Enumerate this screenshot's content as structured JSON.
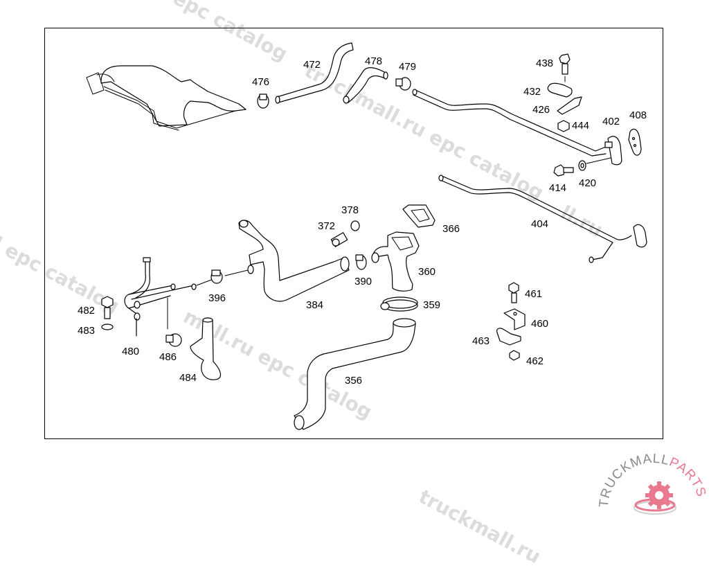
{
  "diagram": {
    "type": "exploded-parts-diagram",
    "subject": "coolant hoses and pipes"
  },
  "watermarks": [
    "truckmall.ru epc catalog",
    "epc catalog",
    "truckmall.ru epc catalog",
    "l epc catalog",
    "mall.ru epc catalog",
    "truckmall.ru",
    "ll.ru"
  ],
  "callouts": {
    "p472": "472",
    "p478": "478",
    "p479": "479",
    "p476": "476",
    "p438": "438",
    "p432": "432",
    "p426": "426",
    "p444": "444",
    "p402": "402",
    "p408": "408",
    "p414": "414",
    "p420": "420",
    "p378": "378",
    "p372": "372",
    "p366": "366",
    "p404": "404",
    "p360": "360",
    "p390": "390",
    "p359": "359",
    "p384": "384",
    "p396": "396",
    "p482": "482",
    "p483": "483",
    "p480": "480",
    "p486": "486",
    "p484": "484",
    "p356": "356",
    "p461": "461",
    "p460": "460",
    "p463": "463",
    "p462": "462"
  },
  "logo": {
    "brand_part1": "TRUCKMALL",
    "brand_part2": "PARTS",
    "colors": {
      "grey": "#8a8a8a",
      "pink": "#e8798f"
    }
  }
}
